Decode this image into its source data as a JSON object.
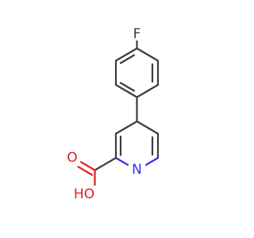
{
  "atoms": {
    "fluorine": {
      "symbol": "F",
      "color": "#3d3d3d"
    },
    "nitrogen": {
      "symbol": "N",
      "color": "#3030e0"
    },
    "carbonyl_oxygen": {
      "symbol": "O",
      "color": "#e02020"
    },
    "hydroxyl": {
      "symbol": "HO",
      "color": "#e02020"
    }
  },
  "colors": {
    "bond": "#3d3d3d",
    "background": "#ffffff"
  }
}
